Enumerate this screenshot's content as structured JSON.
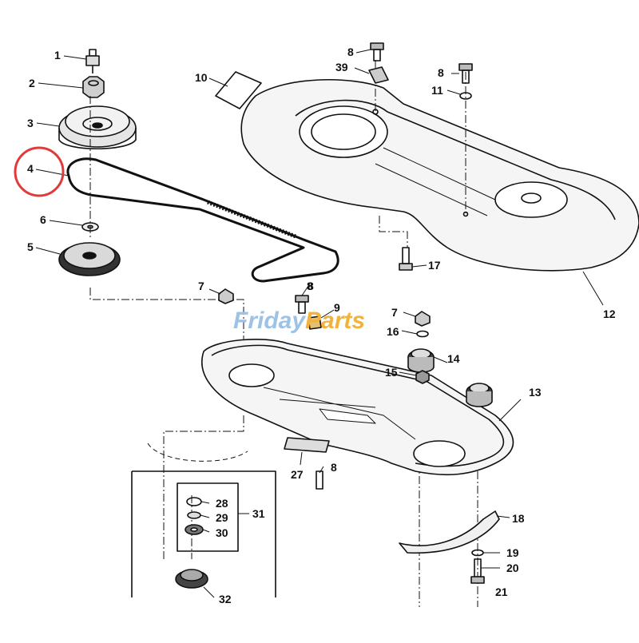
{
  "diagram": {
    "watermark": {
      "brand_a": "Friday",
      "brand_b": "Parts",
      "color_a": "#9cc3e6",
      "color_b": "#f2b33d"
    },
    "highlight_color": "#e03a3a",
    "labels": [
      "1",
      "2",
      "3",
      "4",
      "5",
      "6",
      "7",
      "8",
      "8",
      "39",
      "8",
      "11",
      "10",
      "12",
      "17",
      "8",
      "9",
      "7",
      "16",
      "14",
      "15",
      "13",
      "27",
      "8",
      "28",
      "29",
      "30",
      "31",
      "18",
      "19",
      "20",
      "21",
      "32"
    ]
  }
}
